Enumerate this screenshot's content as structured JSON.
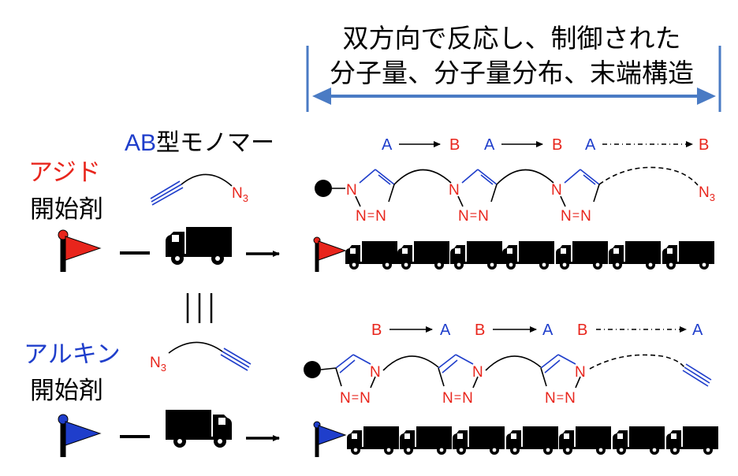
{
  "header": {
    "line1": "双方向で反応し、制御された",
    "line2": "分子量、分子量分布、末端構造"
  },
  "monomer": {
    "prefix": "AB",
    "suffix": "型モノマー"
  },
  "azide_initiator": {
    "name": "アジド",
    "role": "開始剤",
    "n3_label": "N",
    "n3_sub": "3"
  },
  "alkyne_initiator": {
    "name": "アルキン",
    "role": "開始剤",
    "n3_label": "N",
    "n3_sub": "3"
  },
  "top_sequence": [
    "A",
    "B",
    "A",
    "B",
    "A",
    "B"
  ],
  "bottom_sequence": [
    "B",
    "A",
    "B",
    "A",
    "B",
    "A"
  ],
  "triazole": {
    "n_single": "N",
    "n_pair_left": "N",
    "n_pair_right": "N",
    "double_sym": "="
  },
  "equivalence_symbol": "|||",
  "colors": {
    "red": "#e8251c",
    "blue": "#1f3ecb",
    "arrow_blue": "#4a7bc4",
    "black": "#000000"
  },
  "icons": [
    "flag-icon",
    "truck-icon",
    "arrow-icon",
    "double-headed-arrow-icon"
  ]
}
